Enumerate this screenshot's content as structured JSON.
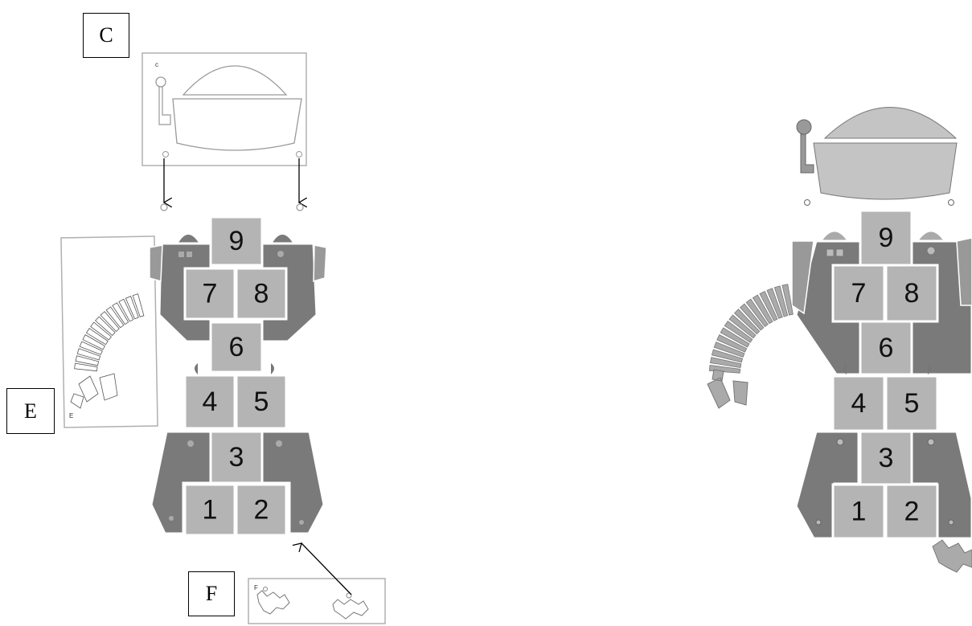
{
  "labels": {
    "c": "C",
    "e": "E",
    "f": "F"
  },
  "piece_letters": {
    "c": "c",
    "e": "E",
    "f": "F"
  },
  "tiles": [
    "1",
    "2",
    "3",
    "4",
    "5",
    "6",
    "7",
    "8",
    "9"
  ],
  "colors": {
    "tile_fill": "#b4b4b4",
    "body_dark": "#7a7a7a",
    "body_mid": "#999999",
    "outline": "#aaaaaa",
    "helmet": "#c4c4c4",
    "arrow": "#000000"
  }
}
